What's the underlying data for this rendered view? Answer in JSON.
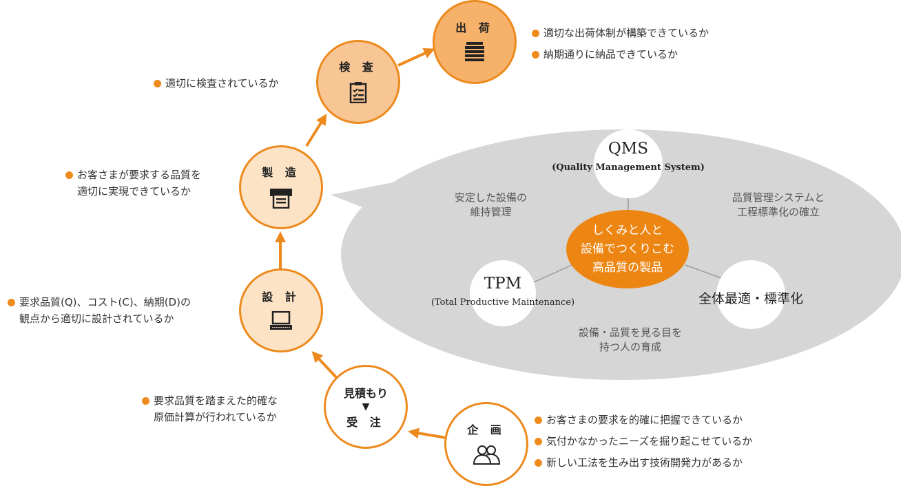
{
  "stages": {
    "shipping": {
      "label": "出 荷",
      "icon": "stack-icon",
      "bullets": [
        "適切な出荷体制が構築できているか",
        "納期通りに納品できているか"
      ]
    },
    "inspection": {
      "label": "検 査",
      "icon": "checklist-icon",
      "bullets": [
        "適切に検査されているか"
      ]
    },
    "manufacturing": {
      "label": "製 造",
      "icon": "printer-icon",
      "bullets": [
        "お客さまが要求する品質を",
        "適切に実現できているか"
      ]
    },
    "design": {
      "label": "設 計",
      "icon": "laptop-icon",
      "bullets": [
        "要求品質(Q)、コスト(C)、納期(D)の",
        "観点から適切に設計されているか"
      ]
    },
    "estimate_order": {
      "label_top": "見積もり",
      "arrow": "▼",
      "label_bottom": "受 注",
      "bullets": [
        "要求品質を踏まえた的確な",
        "原価計算が行われているか"
      ]
    },
    "planning": {
      "label": "企 画",
      "icon": "people-icon",
      "bullets": [
        "お客さまの要求を的確に把握できているか",
        "気付かなかったニーズを掘り起こせているか",
        "新しい工法を生み出す技術開発力があるか"
      ]
    }
  },
  "bubble": {
    "qms": {
      "title": "QMS",
      "subtitle": "(Quality Management System)"
    },
    "tpm": {
      "title": "TPM",
      "subtitle": "(Total Productive Maintenance)"
    },
    "optimization": {
      "title": "全体最適・標準化"
    },
    "center": [
      "しくみと人と",
      "設備でつくりこむ",
      "高品質の製品"
    ],
    "caption_left": [
      "安定した設備の",
      "維持管理"
    ],
    "caption_right": [
      "品質管理システムと",
      "工程標準化の確立"
    ],
    "caption_bottom": [
      "設備・品質を見る目を",
      "持つ人の育成"
    ]
  },
  "colors": {
    "accent": "#ed8a1e",
    "stage_fill_dark": "#f6b16b",
    "stage_fill_mid": "#f8c594",
    "stage_fill_light": "#fde3c6",
    "bubble": "#d6d6d6",
    "center": "#ec8512"
  }
}
